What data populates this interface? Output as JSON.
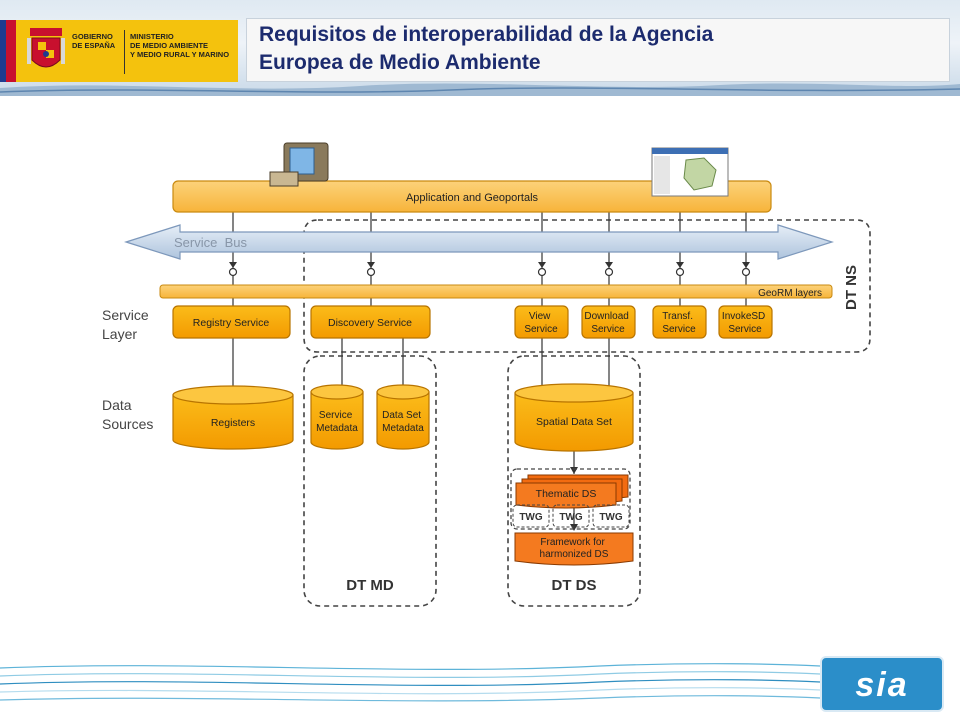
{
  "header": {
    "title_line1": "Requisitos de interoperabilidad de la Agencia",
    "title_line2": "Europea de Medio Ambiente",
    "gov_logo_text1": "GOBIERNO\nDE ESPAÑA",
    "gov_logo_text2": "MINISTERIO\nDE MEDIO AMBIENTE\nY MEDIO RURAL Y MARINO"
  },
  "diagram": {
    "app_bar": "Application and Geoportals",
    "service_bus": "Service  Bus",
    "georm": "GeoRM layers",
    "dt_ns": "DT NS",
    "service_layer_label": [
      "Service",
      "Layer"
    ],
    "data_sources_label": [
      "Data",
      "Sources"
    ],
    "services": {
      "registry": [
        "Registry Service"
      ],
      "discovery": [
        "Discovery Service"
      ],
      "view": [
        "View",
        "Service"
      ],
      "download": [
        "Download",
        "Service"
      ],
      "transf": [
        "Transf.",
        "Service"
      ],
      "invoke": [
        "InvokeSD",
        "Service"
      ]
    },
    "data": {
      "registers": [
        "Registers"
      ],
      "service_metadata": [
        "Service",
        "Metadata"
      ],
      "dataset_metadata": [
        "Data Set",
        "Metadata"
      ],
      "spatial": [
        "Spatial Data Set"
      ]
    },
    "thematic": "Thematic DS",
    "twg": [
      "TWG",
      "TWG",
      "TWG"
    ],
    "framework": [
      "Framework for",
      "harmonized DS"
    ],
    "dt_md": "DT MD",
    "dt_ds": "DT DS"
  },
  "footer": {
    "logo_text": "sia"
  },
  "colors": {
    "title": "#1c2b6e",
    "orange_fill": "#f7a400",
    "orange_dark": "#f26b10",
    "bar_fill": "#fbc860",
    "bus_fill": "#c9d9ec",
    "logo_blue": "#2b8ec9"
  }
}
